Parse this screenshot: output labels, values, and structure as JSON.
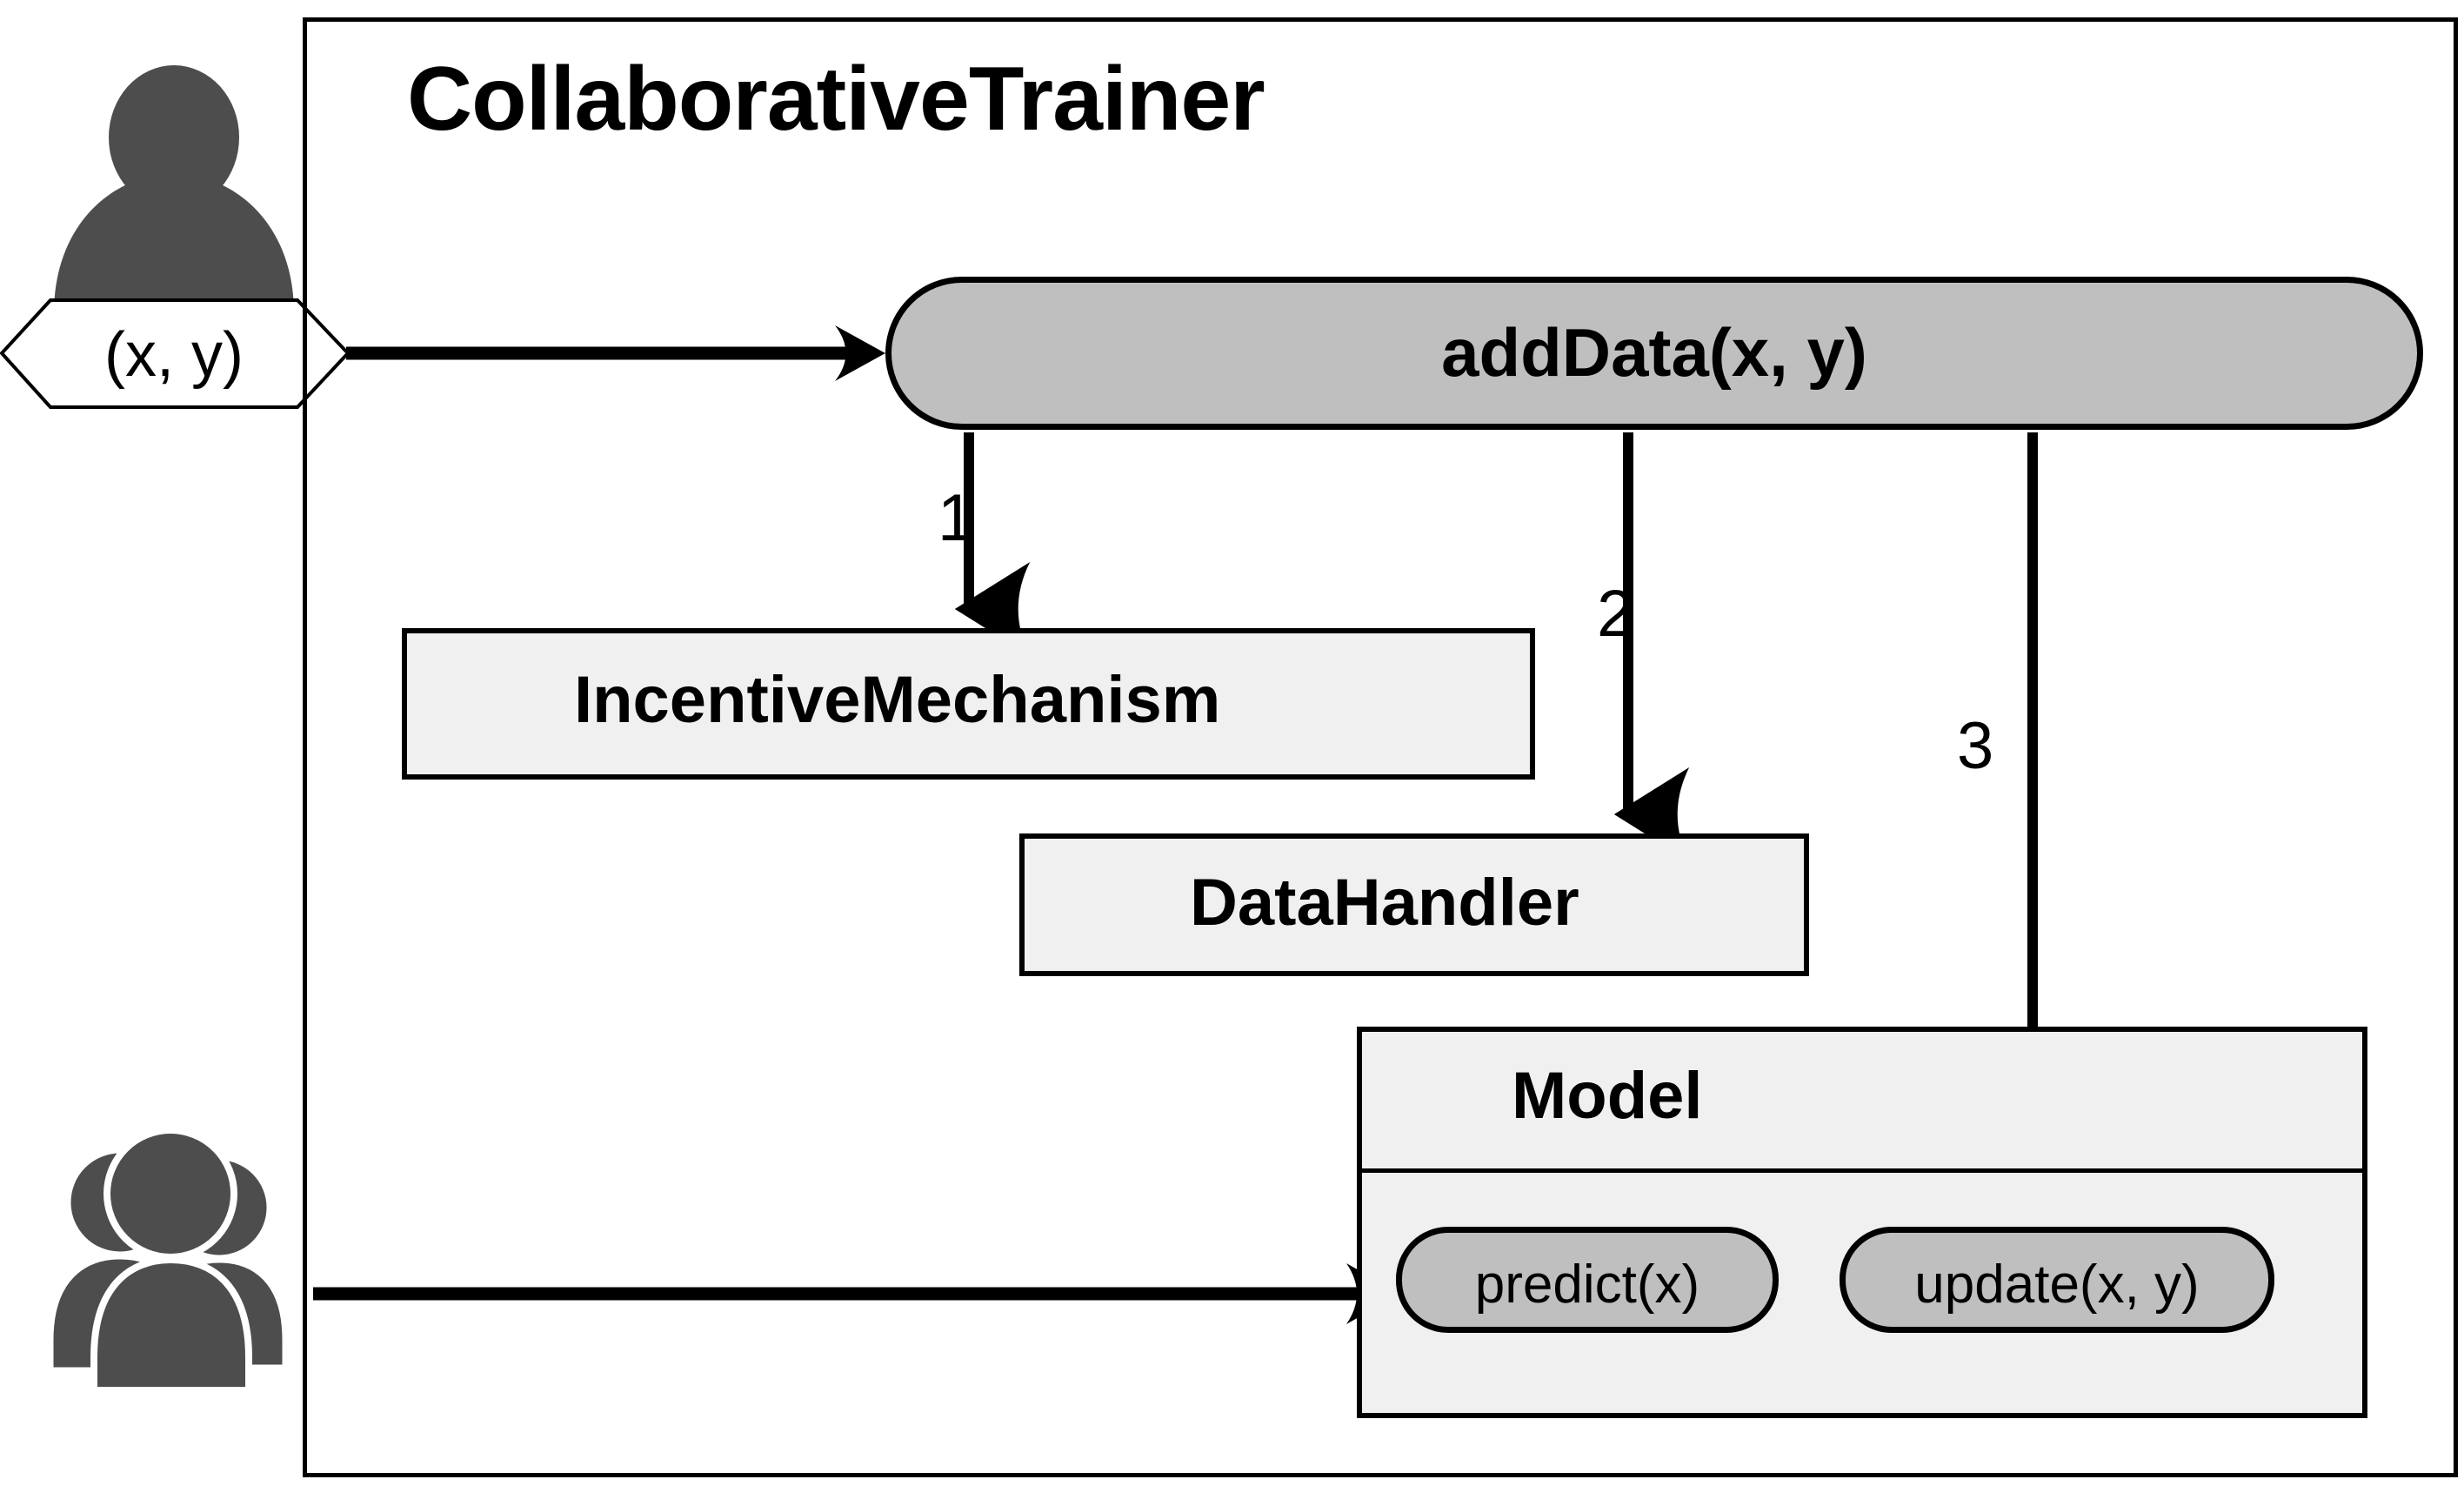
{
  "diagram": {
    "title": "CollaborativeTrainer",
    "container_name": "CollaborativeTrainer",
    "actors": [
      {
        "name": "single-user",
        "icon": "person-icon",
        "data_label": "(x, y)"
      },
      {
        "name": "user-group",
        "icon": "people-group-icon"
      }
    ],
    "entrypoint": {
      "label": "addData(x, y)",
      "shape": "rounded-pill",
      "fill": "#BFBFBF",
      "stroke": "#000000"
    },
    "components": [
      {
        "id": "incentive-mechanism",
        "label": "IncentiveMechanism",
        "icon": "calculator-coins-icon",
        "fill": "#F0F0F0"
      },
      {
        "id": "data-handler",
        "label": "DataHandler",
        "icon": "database-icon",
        "fill": "#F0F0F0"
      },
      {
        "id": "model",
        "label": "Model",
        "icon": "network-hub-icon",
        "fill": "#F0F0F0",
        "methods": [
          {
            "id": "predict",
            "label": "predict(x)"
          },
          {
            "id": "update",
            "label": "update(x, y)"
          }
        ]
      }
    ],
    "flows": [
      {
        "number": "1",
        "from": "addData(x, y)",
        "to": "IncentiveMechanism"
      },
      {
        "number": "2",
        "from": "addData(x, y)",
        "to": "DataHandler"
      },
      {
        "number": "3",
        "from": "addData(x, y)",
        "to": "update(x, y)"
      }
    ],
    "colors": {
      "pill_fill": "#BFBFBF",
      "box_fill": "#F0F0F0",
      "stroke": "#000000",
      "person_icon": "#4D4D4D",
      "database_icon": "#5A6068",
      "background": "#FFFFFF"
    }
  }
}
